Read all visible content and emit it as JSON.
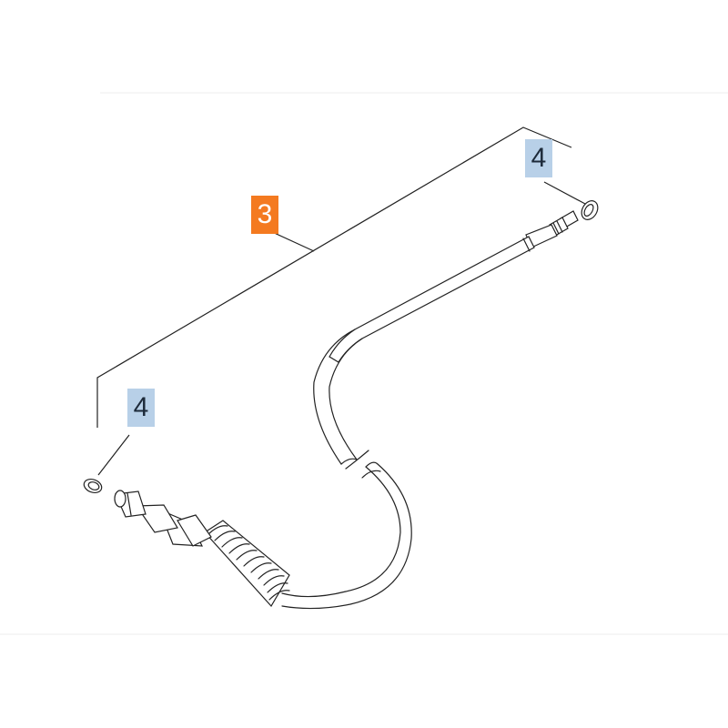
{
  "callouts": {
    "hose": {
      "label": "3",
      "color": "#f47a20"
    },
    "seal_top": {
      "label": "4",
      "color": "#b8d0e8"
    },
    "seal_bottom": {
      "label": "4",
      "color": "#b8d0e8"
    }
  }
}
